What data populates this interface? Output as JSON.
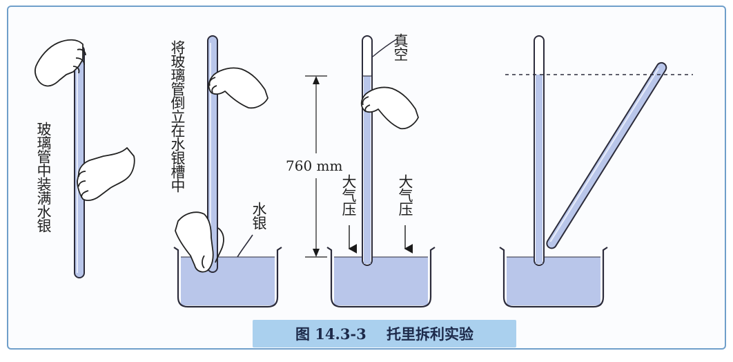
{
  "labels": {
    "fill_tube": "玻璃管中装满水银",
    "invert_tube": "将玻璃管倒立在水银槽中",
    "mercury": "水银",
    "vacuum": "真空",
    "height": "760 mm",
    "atm_left": "大气压",
    "atm_right": "大气压"
  },
  "caption": {
    "figure_number": "图 14.3-3",
    "title": "托里拆利实验"
  },
  "colors": {
    "mercury": "#b9c6ea",
    "tube_outline": "#2b2b3a",
    "caption_bg": "#aad0ee",
    "frame_border": "#6f9fca"
  }
}
